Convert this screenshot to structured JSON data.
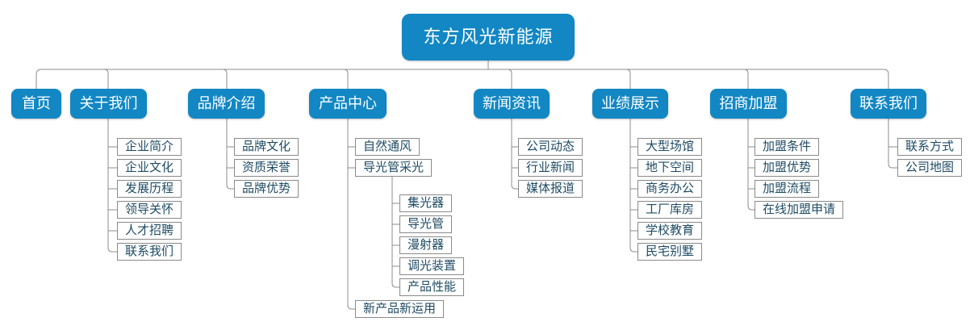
{
  "diagram": {
    "title": "东方风光新能源",
    "colors": {
      "node_blue": "#1287c4",
      "node_text": "#ffffff",
      "leaf_text": "#1e4b64",
      "leaf_border": "#8a8a8a",
      "line": "#8c8c8c"
    },
    "root": {
      "label": "东方风光新能源"
    },
    "sections": [
      {
        "label": "首页",
        "children": []
      },
      {
        "label": "关于我们",
        "children": [
          {
            "label": "企业简介"
          },
          {
            "label": "企业文化"
          },
          {
            "label": "发展历程"
          },
          {
            "label": "领导关怀"
          },
          {
            "label": "人才招聘"
          },
          {
            "label": "联系我们"
          }
        ]
      },
      {
        "label": "品牌介绍",
        "children": [
          {
            "label": "品牌文化"
          },
          {
            "label": "资质荣誉"
          },
          {
            "label": "品牌优势"
          }
        ]
      },
      {
        "label": "产品中心",
        "children": [
          {
            "label": "自然通风"
          },
          {
            "label": "导光管采光",
            "children": [
              {
                "label": "集光器"
              },
              {
                "label": "导光管"
              },
              {
                "label": "漫射器"
              },
              {
                "label": "调光装置"
              },
              {
                "label": "产品性能"
              }
            ]
          },
          {
            "label": "新产品新运用"
          }
        ]
      },
      {
        "label": "新闻资讯",
        "children": [
          {
            "label": "公司动态"
          },
          {
            "label": "行业新闻"
          },
          {
            "label": "媒体报道"
          }
        ]
      },
      {
        "label": "业绩展示",
        "children": [
          {
            "label": "大型场馆"
          },
          {
            "label": "地下空间"
          },
          {
            "label": "商务办公"
          },
          {
            "label": "工厂库房"
          },
          {
            "label": "学校教育"
          },
          {
            "label": "民宅别墅"
          }
        ]
      },
      {
        "label": "招商加盟",
        "children": [
          {
            "label": "加盟条件"
          },
          {
            "label": "加盟优势"
          },
          {
            "label": "加盟流程"
          },
          {
            "label": "在线加盟申请"
          }
        ]
      },
      {
        "label": "联系我们",
        "children": [
          {
            "label": "联系方式"
          },
          {
            "label": "公司地图"
          }
        ]
      }
    ]
  }
}
